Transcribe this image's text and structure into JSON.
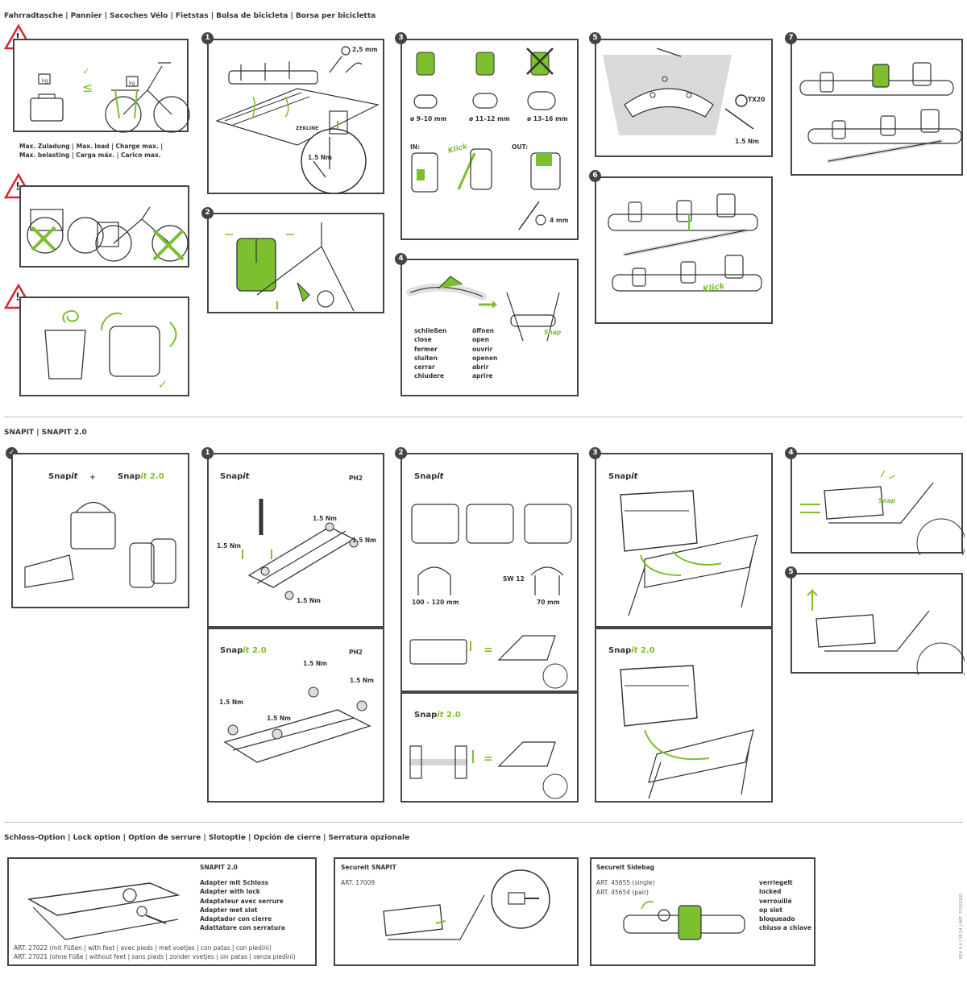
{
  "sections": {
    "pannier_title": "Fahrradtasche | Pannier | Sacoches Vélo | Fietstas | Bolsa de bicicleta | Borsa per bicicletta",
    "snapit_title": "SNAPIT | SNAPIT 2.0",
    "lock_title": "Schloss-Option | Lock option | Option de serrure | Slotoptie | Opción de cierre | Serratura opzionale"
  },
  "warning": {
    "icon": "warning-triangle-icon",
    "exclamation": "!",
    "max_load_line1": "Max. Zuladung | Max. load | Charge max. |",
    "max_load_line2": "Max. belasting | Carga máx. | Carico max.",
    "leq": "≤",
    "weight_label": "kg"
  },
  "steps": {
    "s1": "1",
    "s2": "2",
    "s3": "3",
    "s4": "4",
    "s5": "5",
    "s6": "6",
    "s7": "7"
  },
  "step1": {
    "hex": "2,5 mm",
    "torque": "1.5 Nm",
    "brand": "ZEKLINE"
  },
  "step3": {
    "d1": "ø 9–10 mm",
    "d2": "ø 11–12 mm",
    "d3": "ø 13–16 mm",
    "in": "IN:",
    "out": "OUT:",
    "klick": "Klick",
    "tool": "4 mm"
  },
  "step4": {
    "snap": "Snap",
    "close": [
      "schließen",
      "close",
      "fermer",
      "sluiten",
      "cerrar",
      "chiudere"
    ],
    "open": [
      "öffnen",
      "open",
      "ouvrir",
      "openen",
      "abrir",
      "aprire"
    ]
  },
  "step5": {
    "torx": "TX20",
    "torque": "1.5 Nm"
  },
  "step6": {
    "klick": "Klick"
  },
  "snapit": {
    "brand": "Snap",
    "brand_it": "it",
    "v2": "2.0",
    "plus": "+",
    "ph2": "PH2",
    "nm": "1.5 Nm",
    "range": "100 – 120 mm",
    "range2": "70 mm",
    "sw": "SW 12",
    "snap_sound": "Snap",
    "equals": "="
  },
  "lock": {
    "adapter_title": "SNAPIT 2.0",
    "adapter_lines": [
      "Adapter mit Schloss",
      "Adapter with lock",
      "Adaptateur avec serrure",
      "Adapter met slot",
      "Adaptador con cierre",
      "Adattatore con serratura"
    ],
    "art1": "ART. 27022 (mit Füßen | with feet | avec pieds | met voetjes | con patas | con piedini)",
    "art2": "ART. 27021 (ohne Füße | without feet | sans pieds | zonder voetjes | sin patas | senza piedini)",
    "secure_snapit_title": "Secureit SNAPIT",
    "secure_snapit_art": "ART. 17009",
    "sidebag_title": "Secureit Sidebag",
    "sidebag_art1": "ART. 45655 (single)",
    "sidebag_art2": "ART. 45654 (pair)",
    "locked_lines": [
      "verriegelt",
      "locked",
      "verrouillé",
      "op slot",
      "bloqueado",
      "chiuso a chiave"
    ]
  },
  "footer": {
    "rev": "REV 4.0 | 05.24 | ART. 37010105"
  },
  "colors": {
    "accent": "#7cbf2f",
    "warning": "#d7262e",
    "ink": "#333333"
  }
}
